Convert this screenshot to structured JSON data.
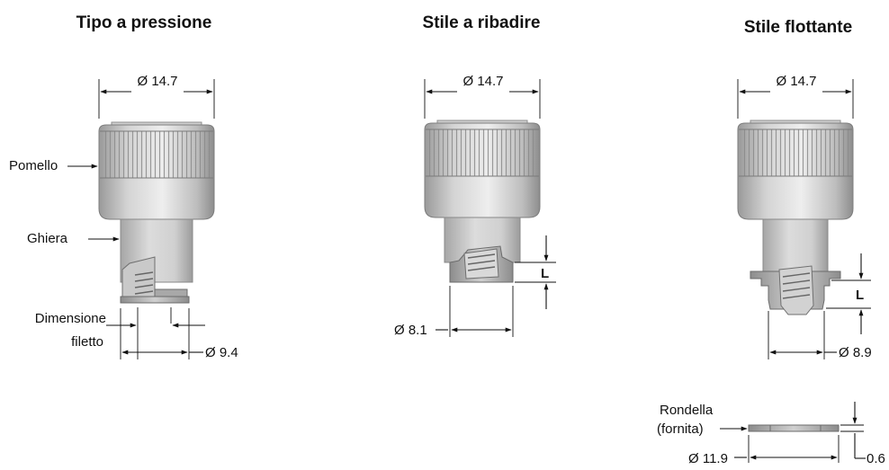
{
  "titles": {
    "press": "Tipo a pressione",
    "rivet": "Stile a ribadire",
    "float": "Stile flottante"
  },
  "dims": {
    "knob_dia": "Ø 14.7",
    "press_thread_dia": "Ø 9.4",
    "rivet_dia": "Ø 8.1",
    "float_dia": "Ø 8.9",
    "washer_dia": "Ø 11.9",
    "washer_thick": "0.6",
    "length": "L"
  },
  "labels": {
    "knob": "Pomello",
    "ferrule": "Ghiera",
    "thread_size_1": "Dimensione",
    "thread_size_2": "filetto",
    "washer_1": "Rondella",
    "washer_2": "(fornita)"
  },
  "colors": {
    "metal_light": "#e6e6e6",
    "metal_mid": "#c4c4c4",
    "metal_dark": "#7f7f7f",
    "line": "#111111"
  }
}
